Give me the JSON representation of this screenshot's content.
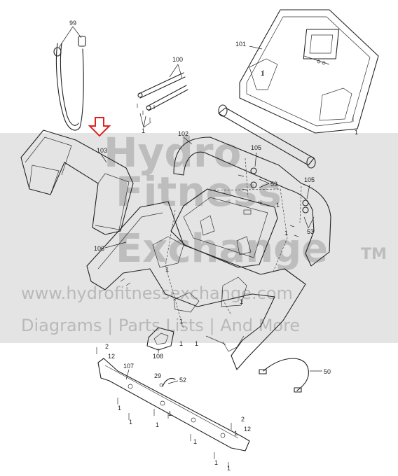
{
  "watermark": {
    "line1": "Hydro",
    "line2": "Fitness",
    "line3": "Exchange",
    "tm": "TM",
    "url": "www.hydrofitnessexchange.com",
    "tagline": "Diagrams | Parts Lists | And More"
  },
  "callouts": [
    {
      "id": "99",
      "label": "99"
    },
    {
      "id": "100",
      "label": "100"
    },
    {
      "id": "101",
      "label": "101"
    },
    {
      "id": "102",
      "label": "102"
    },
    {
      "id": "103",
      "label": "103"
    },
    {
      "id": "105a",
      "label": "105"
    },
    {
      "id": "105b",
      "label": "105"
    },
    {
      "id": "53a",
      "label": "53"
    },
    {
      "id": "53b",
      "label": "53"
    },
    {
      "id": "106",
      "label": "106"
    },
    {
      "id": "107",
      "label": "107"
    },
    {
      "id": "108",
      "label": "108"
    },
    {
      "id": "29",
      "label": "29"
    },
    {
      "id": "52",
      "label": "52"
    },
    {
      "id": "50",
      "label": "50"
    },
    {
      "id": "2a",
      "label": "2"
    },
    {
      "id": "12a",
      "label": "12"
    },
    {
      "id": "2b",
      "label": "2"
    },
    {
      "id": "12b",
      "label": "12"
    },
    {
      "id": "1a",
      "label": "1"
    },
    {
      "id": "1b",
      "label": "1"
    },
    {
      "id": "1c",
      "label": "1"
    },
    {
      "id": "1d",
      "label": "1"
    },
    {
      "id": "1e",
      "label": "1"
    },
    {
      "id": "1f",
      "label": "1"
    },
    {
      "id": "1g",
      "label": "1"
    },
    {
      "id": "1h",
      "label": "1"
    },
    {
      "id": "1i",
      "label": "1"
    },
    {
      "id": "1j",
      "label": "1"
    },
    {
      "id": "1k",
      "label": "1"
    },
    {
      "id": "1l",
      "label": "1"
    },
    {
      "id": "1m",
      "label": "1"
    },
    {
      "id": "1n",
      "label": "1"
    },
    {
      "id": "1o",
      "label": "1"
    },
    {
      "id": "1p",
      "label": "1"
    },
    {
      "id": "1q",
      "label": "1"
    },
    {
      "id": "1r",
      "label": "1"
    }
  ],
  "highlight": {
    "color": "#e02020",
    "target": "103"
  }
}
